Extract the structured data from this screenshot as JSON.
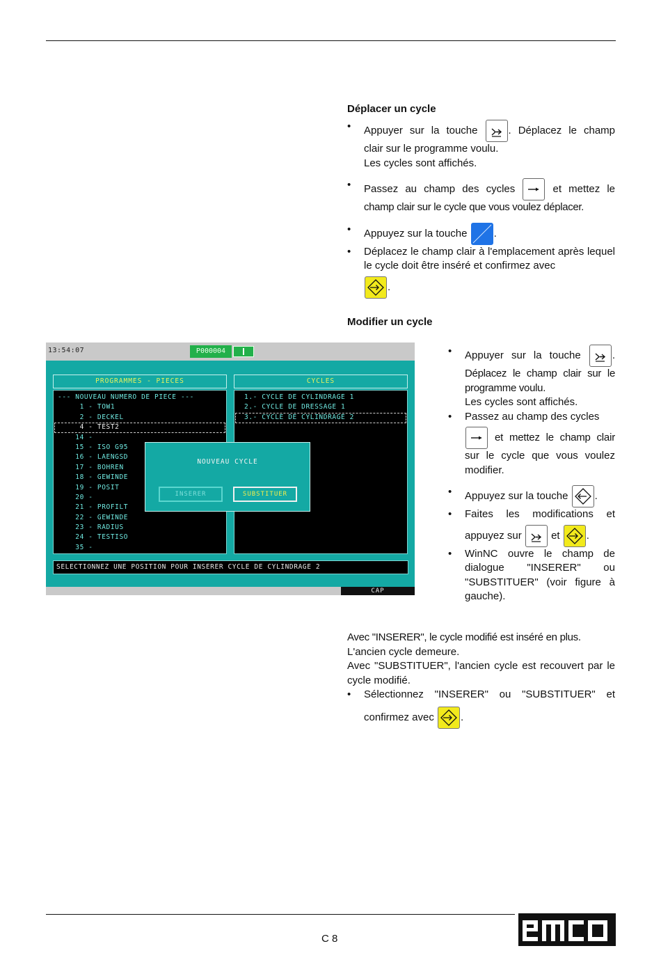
{
  "sections": {
    "move": {
      "title": "Déplacer un cycle",
      "b1_a": "Appuyer sur la touche",
      "b1_b": ". Déplacez le champ",
      "b1_c": "clair sur le programme voulu.",
      "b1_d": "Les cycles sont affichés.",
      "b2_a": "Passez au champ des cycles",
      "b2_b": "et mettez le",
      "b2_c": "champ clair sur le cycle que vous voulez déplacer.",
      "b3_a": "Appuyez sur la touche",
      "b3_b": ".",
      "b4_a": "Déplacez le champ clair à l'emplacement après lequel le cycle doit être inséré et  confirmez avec",
      "b4_b": "."
    },
    "modify": {
      "title": "Modifier un cycle",
      "b1_a": "Appuyer sur la touche",
      "b1_b": ".",
      "b1_c": "Déplacez le champ clair sur le programme voulu.",
      "b1_d": "Les cycles sont affichés.",
      "b2_a": "Passez au champ des cycles",
      "b2_b": "et mettez le champ clair",
      "b2_c": "sur le cycle que vous voulez modifier.",
      "b3_a": "Appuyez sur la touche",
      "b3_b": ".",
      "b4_a": "Faites les modifications et",
      "b4_b": "appuyez sur",
      "b4_c": "et",
      "b4_d": ".",
      "b5": "WinNC ouvre le champ de dialogue \"INSERER\" ou \"SUBSTITUER\" (voir figure à gauche)."
    },
    "bottom": {
      "p1": "Avec \"INSERER\", le cycle modifié est inséré en plus.",
      "p2": "L'ancien cycle demeure.",
      "p3": "Avec \"SUBSTITUER\", l'ancien cycle est recouvert par le cycle modifié.",
      "b1_a": "Sélectionnez \"INSERER\" ou \"SUBSTITUER\" et",
      "b1_b": "confirmez avec",
      "b1_c": "."
    }
  },
  "screen": {
    "clock": "13:54:07",
    "program": "P000004",
    "pieces_header": "PROGRAMMES - PIECES",
    "cycles_header": "CYCLES",
    "pieces": [
      "--- NOUVEAU NUMERO DE PIECE ---",
      "     1 - TOW1",
      "     2 - DECKEL",
      "     4 - TEST2",
      "    14 -",
      "    15 - ISO G95",
      "    16 - LAENGSD",
      "    17 - BOHREN",
      "    18 - GEWINDE",
      "    19 - POSIT",
      "    20 -",
      "    21 - PROFILT",
      "    22 - GEWINDE",
      "    23 - RADIUS",
      "    24 - TESTISO",
      "    35 -"
    ],
    "cycles": [
      "1.- CYCLE DE CYLINDRAGE 1",
      "2.- CYCLE DE DRESSAGE 1",
      "3.- CYCLE DE CYLINDRAGE 2"
    ],
    "dialog_title": "NOUVEAU CYCLE",
    "dialog_insert": "INSERER",
    "dialog_replace": "SUBSTITUER",
    "message": "SELECTIONNEZ UNE POSITION POUR INSERER CYCLE DE CYLINDRAGE 2",
    "status": "CAP"
  },
  "footer": {
    "page": "C 8"
  },
  "logo_text": "emco",
  "icons": {
    "select": "program-select-key-icon",
    "arrow": "arrow-right-key-icon",
    "blue": "blue-softkey-icon",
    "enter": "enter-diamond-key-icon",
    "edit": "edit-diamond-key-icon"
  },
  "colors": {
    "screen_bg": "#14a9a4",
    "key_yellow": "#f2ea1c",
    "key_blue": "#1f73e6",
    "prog_green": "#22b04a"
  }
}
